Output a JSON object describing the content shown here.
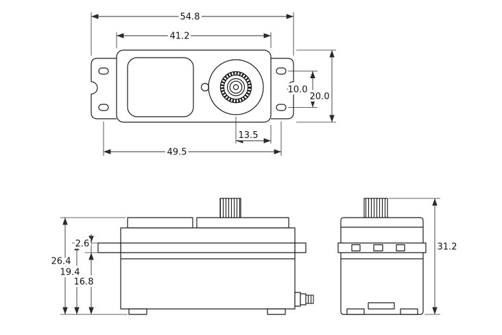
{
  "drawing": {
    "top_view": {
      "overall_width": "54.8",
      "body_width": "41.2",
      "tab_hole_pitch": "10.0",
      "body_depth": "20.0",
      "spline_offset": "13.5",
      "mount_hole_span": "49.5"
    },
    "side_view": {
      "total_height": "26.4",
      "flange_thickness": "2.6",
      "flange_top_to_base": "19.4",
      "flange_bottom_to_base": "16.8"
    },
    "end_view": {
      "overall_height": "31.2"
    }
  }
}
